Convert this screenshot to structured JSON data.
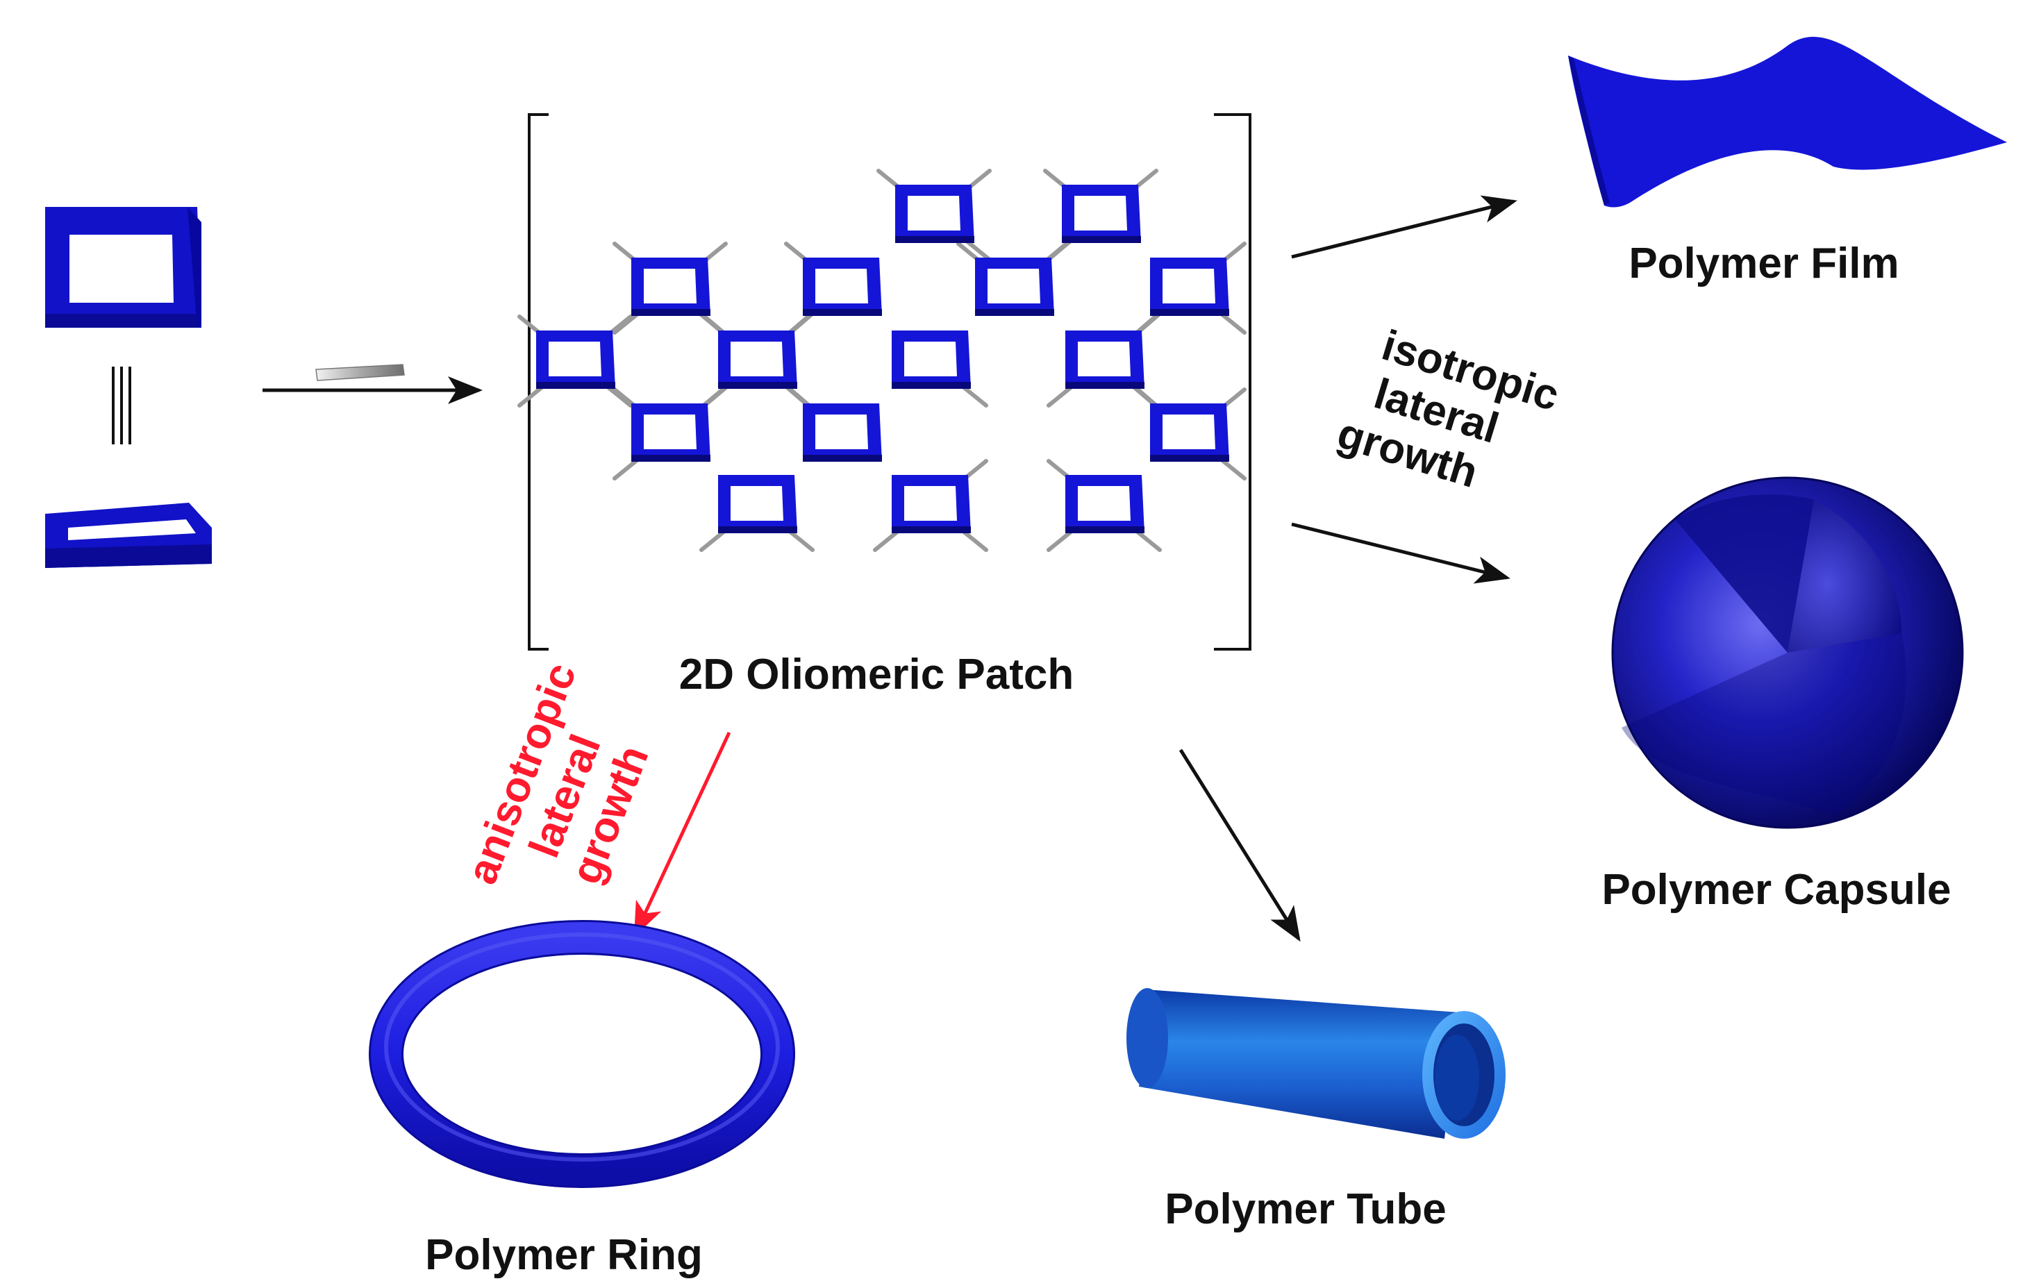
{
  "labels": {
    "patch": "2D Oliomeric Patch",
    "film": "Polymer Film",
    "capsule": "Polymer Capsule",
    "tube": "Polymer Tube",
    "ring": "Polymer Ring"
  },
  "isotropic": [
    "isotropic",
    "lateral",
    "growth"
  ],
  "anisotropic": [
    "anisotropic",
    "lateral",
    "growth"
  ],
  "colors": {
    "blue": "#1515d8",
    "blue_dark": "#08087a",
    "blue_mid": "#2020b8",
    "red": "#ff1a2e",
    "black": "#111111",
    "link_gray": "#9a9a9a"
  }
}
